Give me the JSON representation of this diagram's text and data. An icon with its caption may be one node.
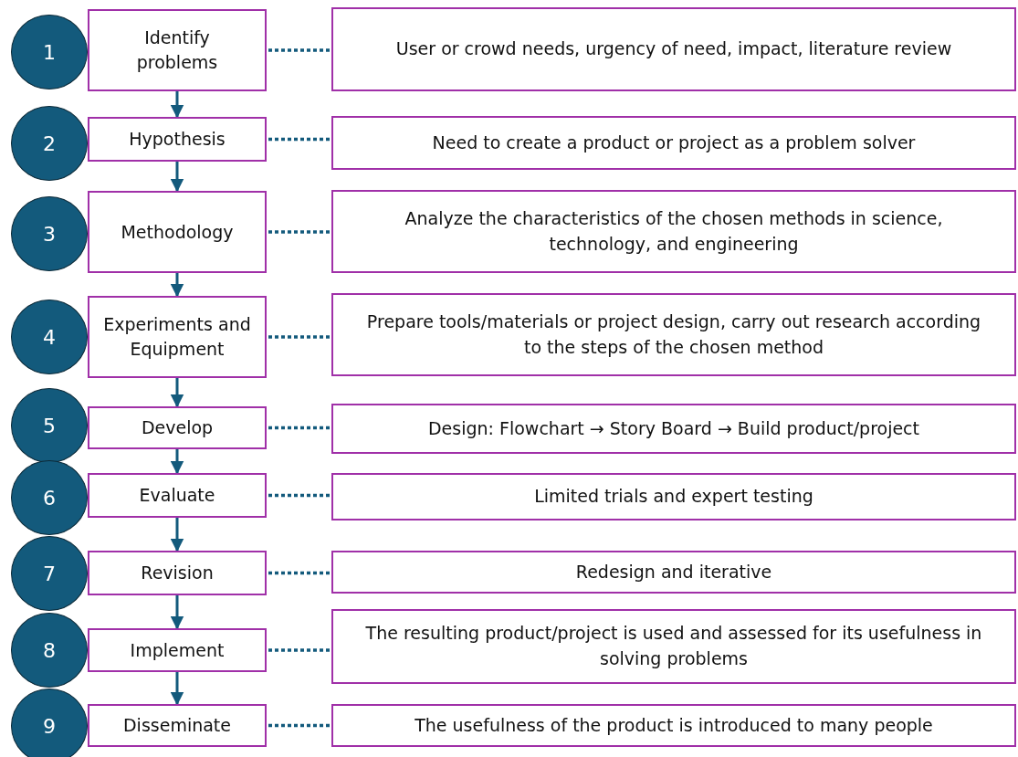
{
  "diagram": {
    "nodes": [
      {
        "text": [
          "1"
        ]
      },
      {
        "text": [
          "Identify problems"
        ]
      },
      {
        "text": [
          "User or crowd needs, urgency of need, impact, literature review"
        ]
      },
      {
        "text": [
          "2"
        ]
      },
      {
        "text": [
          "Hypothesis"
        ]
      },
      {
        "text": [
          "Need to create a product or project as a problem solver"
        ]
      },
      {
        "text": [
          "3"
        ]
      },
      {
        "text": [
          "Methodology"
        ]
      },
      {
        "text": [
          "Analyze the characteristics of the chosen methods in science, technology, and engineering"
        ]
      },
      {
        "text": [
          "4"
        ]
      },
      {
        "text": [
          "Experiments and Equipment"
        ]
      },
      {
        "text": [
          "Prepare tools/materials or project design, carry out research according to the steps of the chosen method"
        ]
      },
      {
        "text": [
          "5"
        ]
      },
      {
        "text": [
          "Develop"
        ]
      },
      {
        "text": [
          "Design: Flowchart → Story Board → Build product/project"
        ]
      },
      {
        "text": [
          "6"
        ]
      },
      {
        "text": [
          "Evaluate"
        ]
      },
      {
        "text": [
          "Limited trials and expert testing"
        ]
      },
      {
        "text": [
          "7"
        ]
      },
      {
        "text": [
          "Revision"
        ]
      },
      {
        "text": [
          "Redesign and iterative"
        ]
      },
      {
        "text": [
          "8"
        ]
      },
      {
        "text": [
          "Implement"
        ]
      },
      {
        "text": [
          "The resulting product/project is used and assessed for its usefulness in solving problems"
        ]
      },
      {
        "text": [
          "9"
        ]
      },
      {
        "text": [
          "Disseminate"
        ]
      },
      {
        "text": [
          "The usefulness of the product is introduced to many people"
        ]
      }
    ],
    "edges": [
      {
        "from": 1,
        "to": 4,
        "arrow": "to"
      },
      {
        "from": 4,
        "to": 7,
        "arrow": "to"
      },
      {
        "from": 7,
        "to": 10,
        "arrow": "to"
      },
      {
        "from": 10,
        "to": 13,
        "arrow": "to"
      },
      {
        "from": 13,
        "to": 16,
        "arrow": "to"
      },
      {
        "from": 16,
        "to": 19,
        "arrow": "to"
      },
      {
        "from": 19,
        "to": 22,
        "arrow": "to"
      },
      {
        "from": 22,
        "to": 25,
        "arrow": "to"
      },
      {
        "from": 1,
        "to": 2,
        "arrow": "none",
        "style": "dashed"
      },
      {
        "from": 4,
        "to": 5,
        "arrow": "none",
        "style": "dashed"
      },
      {
        "from": 7,
        "to": 8,
        "arrow": "none",
        "style": "dashed"
      },
      {
        "from": 10,
        "to": 11,
        "arrow": "none",
        "style": "dashed"
      },
      {
        "from": 13,
        "to": 14,
        "arrow": "none",
        "style": "dashed"
      },
      {
        "from": 16,
        "to": 17,
        "arrow": "none",
        "style": "dashed"
      },
      {
        "from": 19,
        "to": 20,
        "arrow": "none",
        "style": "dashed"
      },
      {
        "from": 22,
        "to": 23,
        "arrow": "none",
        "style": "dashed"
      },
      {
        "from": 25,
        "to": 26,
        "arrow": "none",
        "style": "dashed"
      }
    ]
  }
}
